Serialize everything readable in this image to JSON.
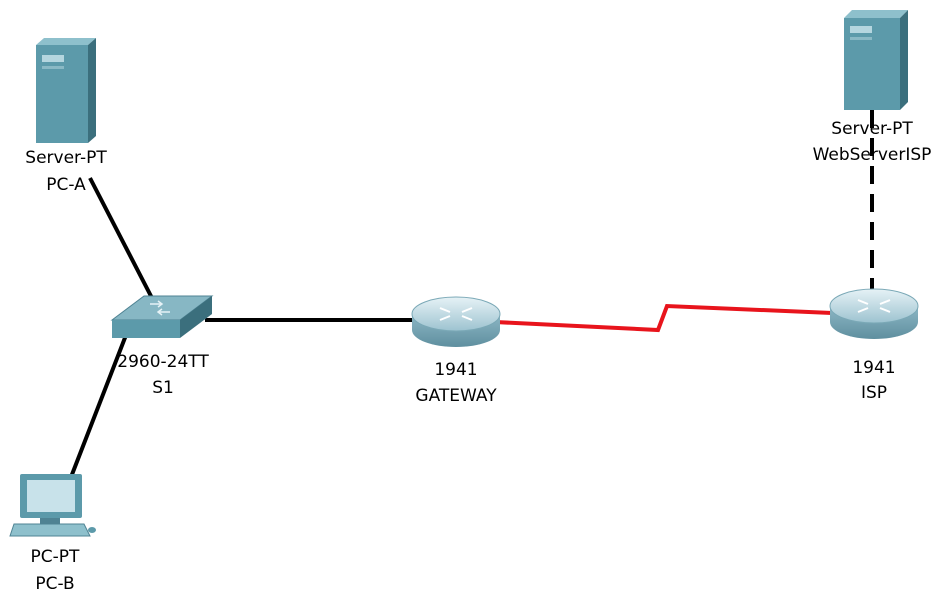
{
  "devices": {
    "pc_a": {
      "model": "Server-PT",
      "name": "PC-A"
    },
    "pc_b": {
      "model": "PC-PT",
      "name": "PC-B"
    },
    "s1": {
      "model": "2960-24TT",
      "name": "S1"
    },
    "gateway": {
      "model": "1941",
      "name": "GATEWAY"
    },
    "isp": {
      "model": "1941",
      "name": "ISP"
    },
    "web": {
      "model": "Server-PT",
      "name": "WebServerISP"
    }
  },
  "colors": {
    "ethernet_link": "#000000",
    "serial_link": "#e8141c",
    "device_body": "#5c9aaa"
  }
}
